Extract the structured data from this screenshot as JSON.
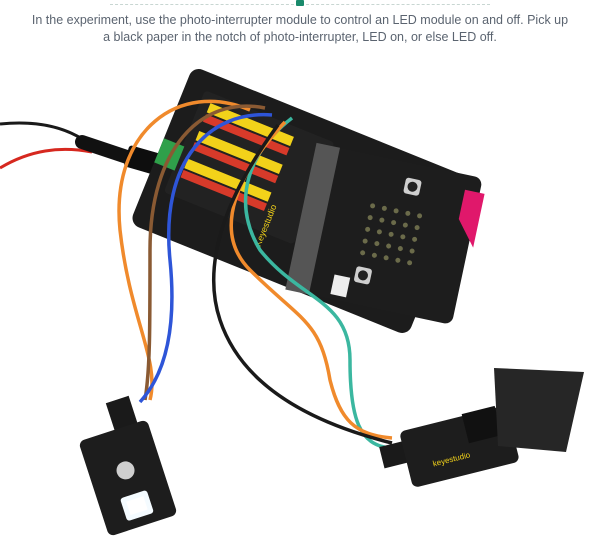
{
  "caption": "In the experiment, use the photo-interrupter module to control an LED module on and off. Pick up a black paper in the notch of photo-interrupter, LED on, or else LED off.",
  "labels": {
    "board_brand": "Keyestudio",
    "module_brand": "keyestudio"
  },
  "colors": {
    "board": "#1c1c1c",
    "microbit_accent": "#e0186b",
    "wire_orange": "#f08a2c",
    "wire_brown": "#8a5a33",
    "wire_blue": "#2e55d8",
    "wire_teal": "#3bb7a0",
    "wire_black": "#1a1a1a",
    "wire_red": "#d6281f",
    "header_yellow": "#f2d21a",
    "header_red": "#d73a2a"
  }
}
